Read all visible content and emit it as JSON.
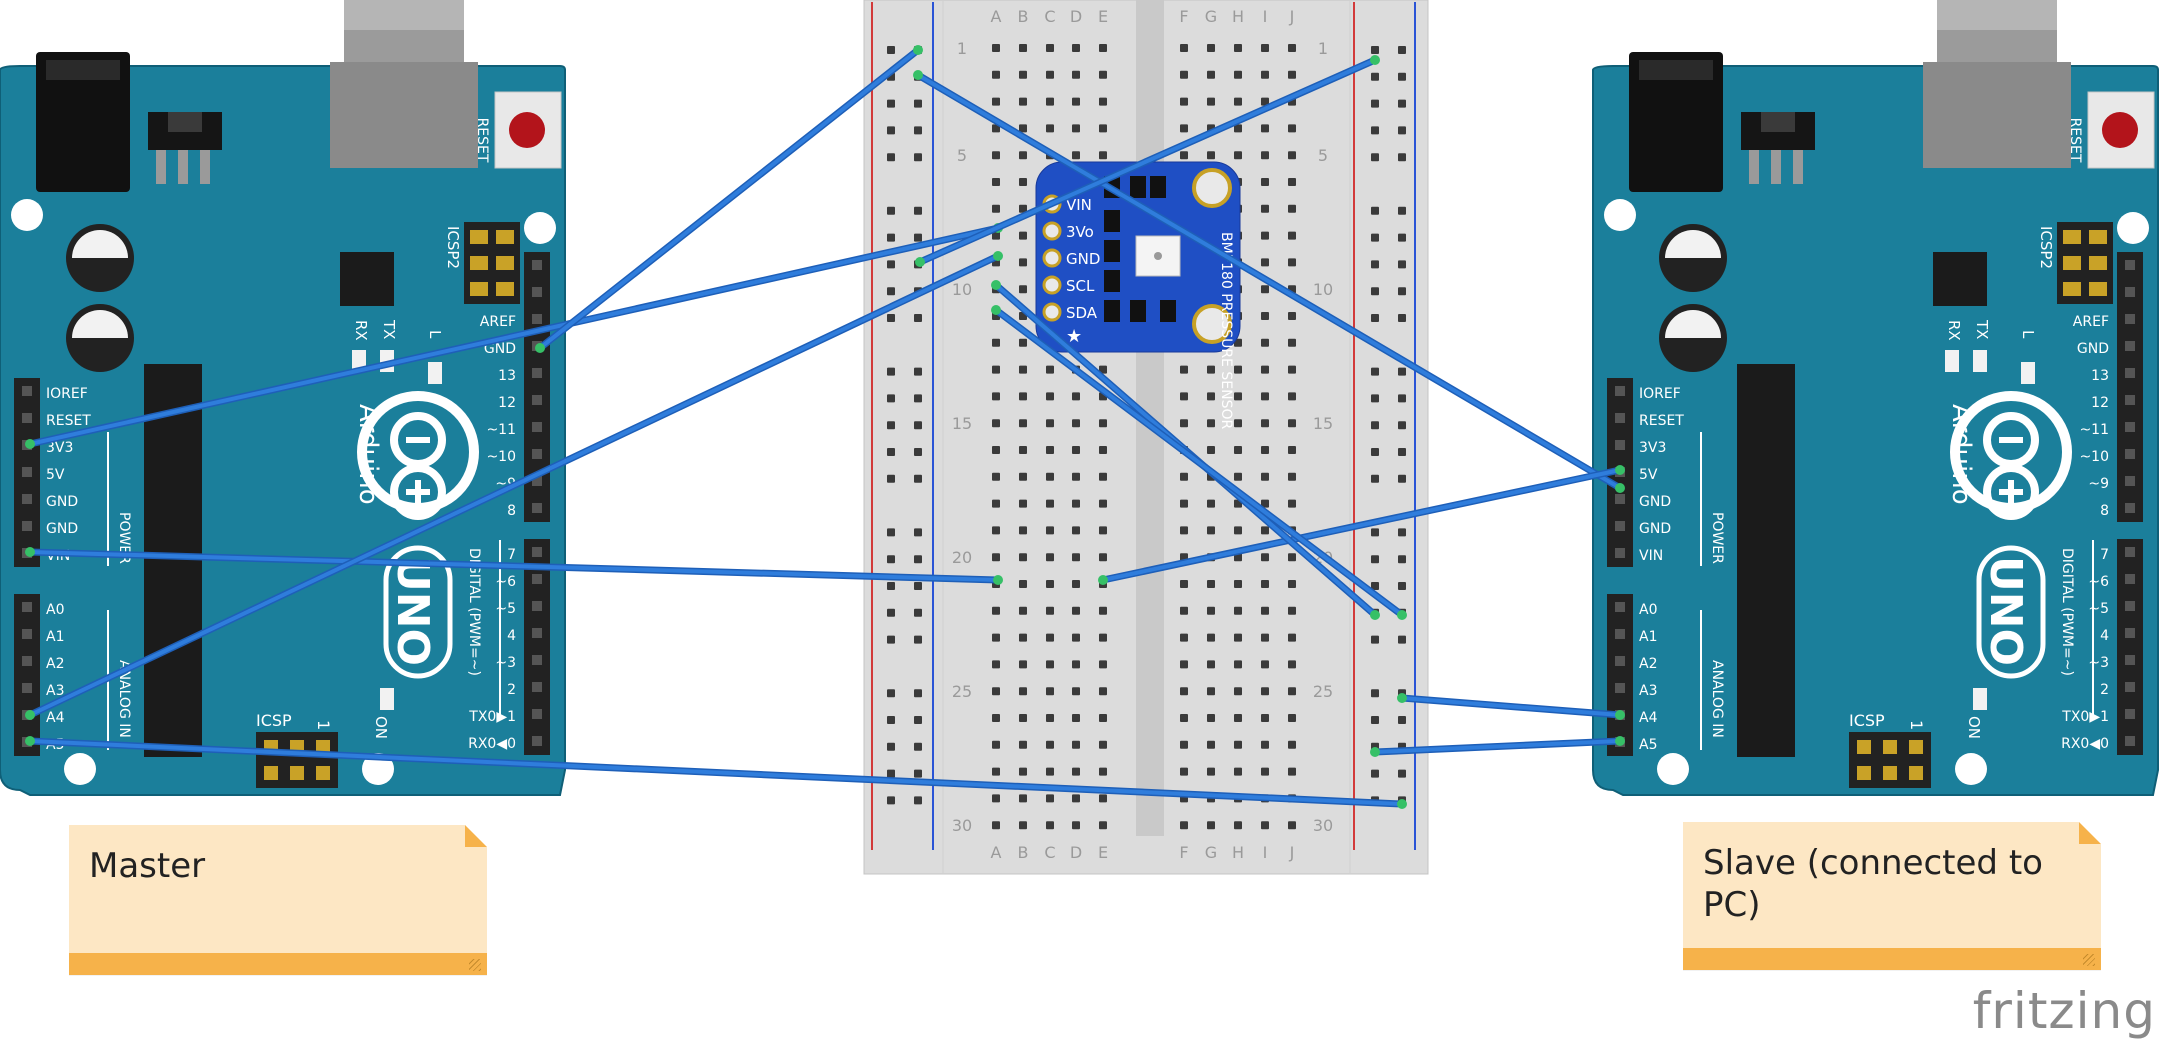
{
  "breadboard": {
    "columns_left": [
      "A",
      "B",
      "C",
      "D",
      "E"
    ],
    "columns_right": [
      "F",
      "G",
      "H",
      "I",
      "J"
    ],
    "row_labels": [
      "1",
      "5",
      "10",
      "15",
      "20",
      "25",
      "30"
    ]
  },
  "arduinos": [
    {
      "id": "master",
      "reset_label": "RESET",
      "icsp2_label": "ICSP2",
      "icsp_label": "ICSP",
      "brand": "Arduino",
      "model": "UNO",
      "leds": [
        "RX",
        "TX",
        "L"
      ],
      "on_label": "ON",
      "power_header": [
        "IOREF",
        "RESET",
        "3V3",
        "5V",
        "GND",
        "GND",
        "VIN"
      ],
      "power_label": "POWER",
      "analog_header": [
        "A0",
        "A1",
        "A2",
        "A3",
        "A4",
        "A5"
      ],
      "analog_label": "ANALOG IN",
      "digital_top": [
        "AREF",
        "GND",
        "13",
        "12",
        "~11",
        "~10",
        "~9",
        "8"
      ],
      "digital_bottom": [
        "7",
        "~6",
        "~5",
        "4",
        "~3",
        "2",
        "TX0▶1",
        "RX0◀0"
      ],
      "digital_label": "DIGITAL (PWM=~)"
    },
    {
      "id": "slave",
      "reset_label": "RESET",
      "icsp2_label": "ICSP2",
      "icsp_label": "ICSP",
      "brand": "Arduino",
      "model": "UNO",
      "leds": [
        "RX",
        "TX",
        "L"
      ],
      "on_label": "ON",
      "power_header": [
        "IOREF",
        "RESET",
        "3V3",
        "5V",
        "GND",
        "GND",
        "VIN"
      ],
      "power_label": "POWER",
      "analog_header": [
        "A0",
        "A1",
        "A2",
        "A3",
        "A4",
        "A5"
      ],
      "analog_label": "ANALOG IN",
      "digital_top": [
        "AREF",
        "GND",
        "13",
        "12",
        "~11",
        "~10",
        "~9",
        "8"
      ],
      "digital_bottom": [
        "7",
        "~6",
        "~5",
        "4",
        "~3",
        "2",
        "TX0▶1",
        "RX0◀0"
      ],
      "digital_label": "DIGITAL (PWM=~)"
    }
  ],
  "sensor": {
    "pins": [
      "VIN",
      "3Vo",
      "GND",
      "SCL",
      "SDA"
    ],
    "title": "BMP180 PRESSURE SENSOR"
  },
  "notes": {
    "master": "Master",
    "slave": "Slave (connected to PC)"
  },
  "watermark": "fritzing",
  "colors": {
    "board": "#1b7f9b",
    "board_edge": "#0f5f77",
    "wire": "#2f7ddc",
    "wire_edge": "#1e5fb8",
    "breadboard": "#dcdcdc",
    "breadboard_edge": "#c4c4c4",
    "sensor": "#1f4fc4",
    "note": "#fde7c4",
    "note_bar": "#f6b24a",
    "rail_red": "#d23a3a",
    "rail_blue": "#2a54d6"
  }
}
